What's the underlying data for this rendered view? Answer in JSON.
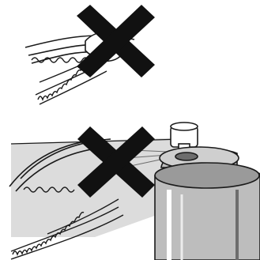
{
  "figure": {
    "panels": [
      {
        "id": "top",
        "subject": "belt-and-pulley-by-hand",
        "prohibited": true,
        "mark": "cross-icon"
      },
      {
        "id": "bottom",
        "subject": "belt-and-pulley-with-spray-can",
        "prohibited": true,
        "mark": "cross-icon"
      }
    ],
    "colors": {
      "cross": "#111111",
      "line": "#1a1a1a",
      "shade": "#dcdcdc",
      "can_body": "#bdbdbd",
      "can_dark": "#6d6d6d",
      "background": "#ffffff"
    }
  }
}
